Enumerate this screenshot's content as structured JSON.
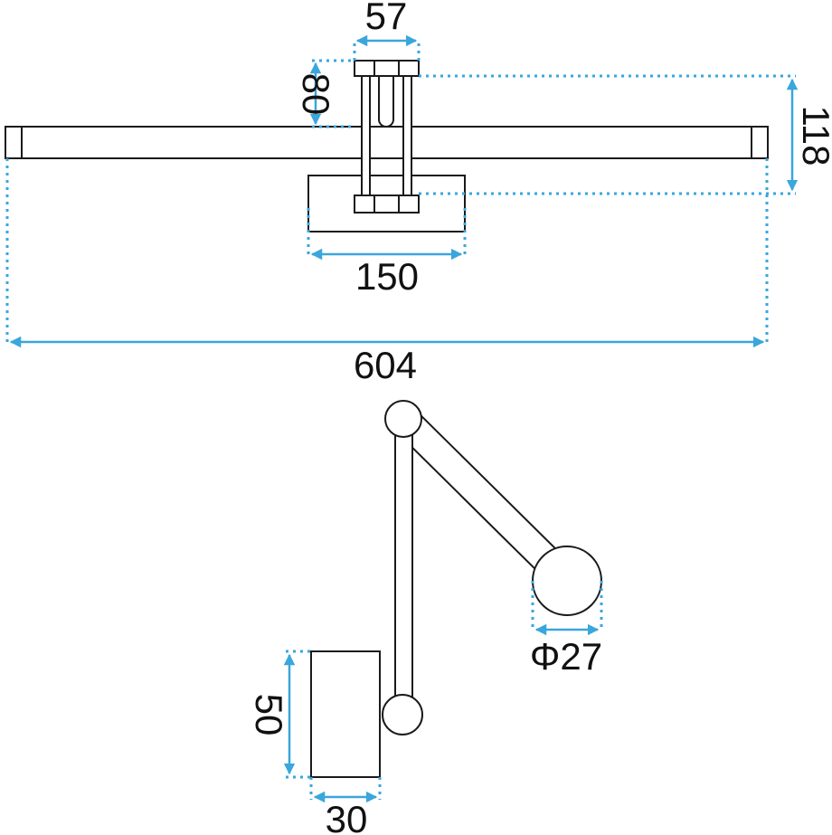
{
  "colors": {
    "dimension": "#3aa6dc",
    "outline": "#1a1a1a",
    "background": "#ffffff"
  },
  "dimensions": {
    "top_width": "57",
    "top_height": "80",
    "total_height": "118",
    "base_width": "150",
    "total_width": "604",
    "head_diameter": "Φ27",
    "side_height": "50",
    "side_depth": "30"
  }
}
